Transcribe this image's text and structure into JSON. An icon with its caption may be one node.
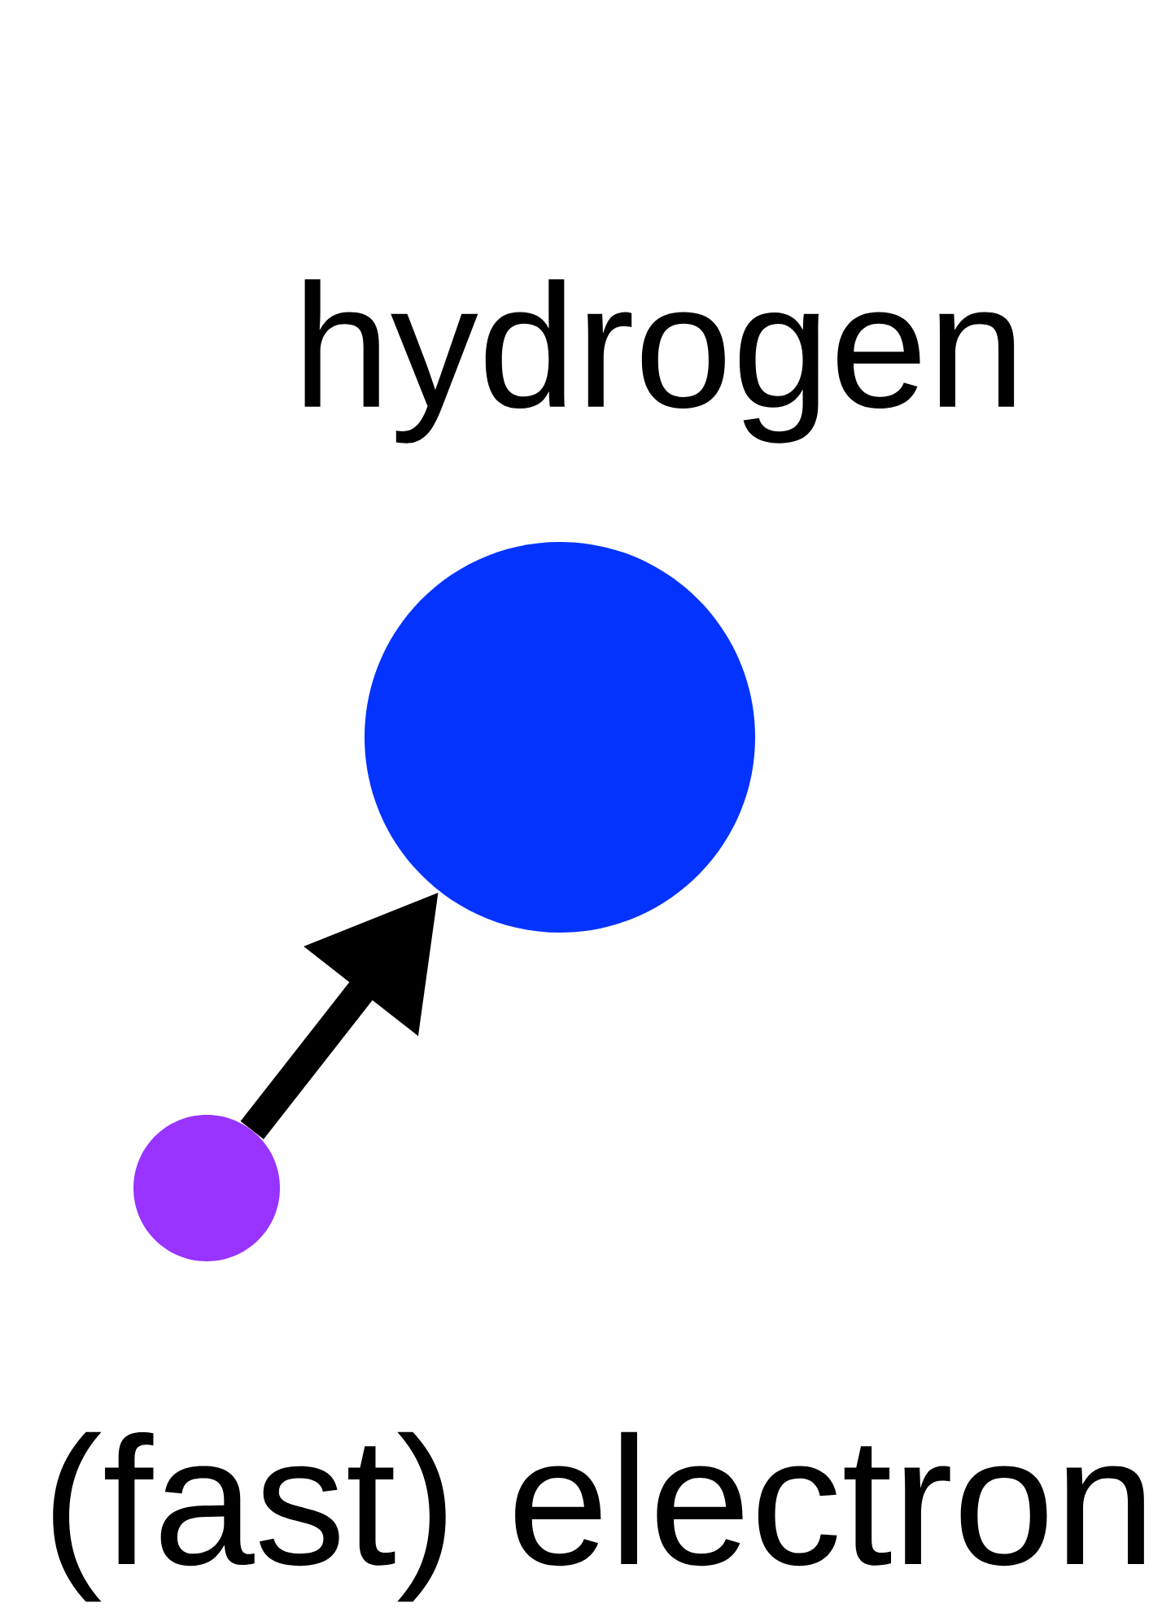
{
  "diagram": {
    "nodes": [
      {
        "text": [
          "hydrogen"
        ]
      },
      {
        "text": [
          "(fast) electron"
        ]
      }
    ],
    "edges": [
      {
        "from": 1,
        "to": 0,
        "arrow": "to"
      }
    ]
  }
}
